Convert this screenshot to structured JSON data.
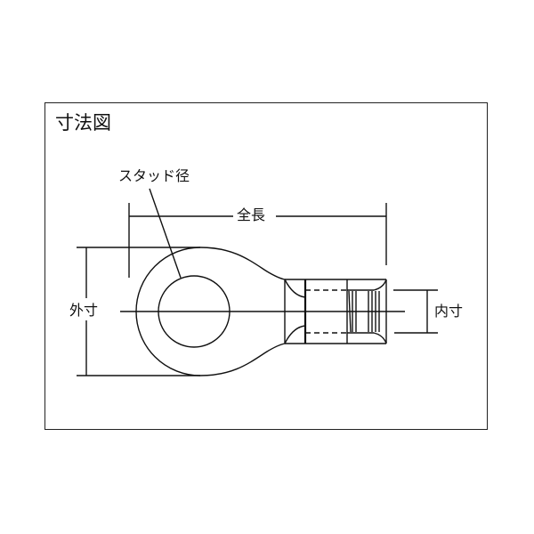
{
  "figure": {
    "title": "寸法図",
    "labels": {
      "stud_diameter": "スタッド径",
      "overall_length": "全長",
      "outer_dimension": "外寸",
      "inner_dimension": "内寸"
    }
  }
}
